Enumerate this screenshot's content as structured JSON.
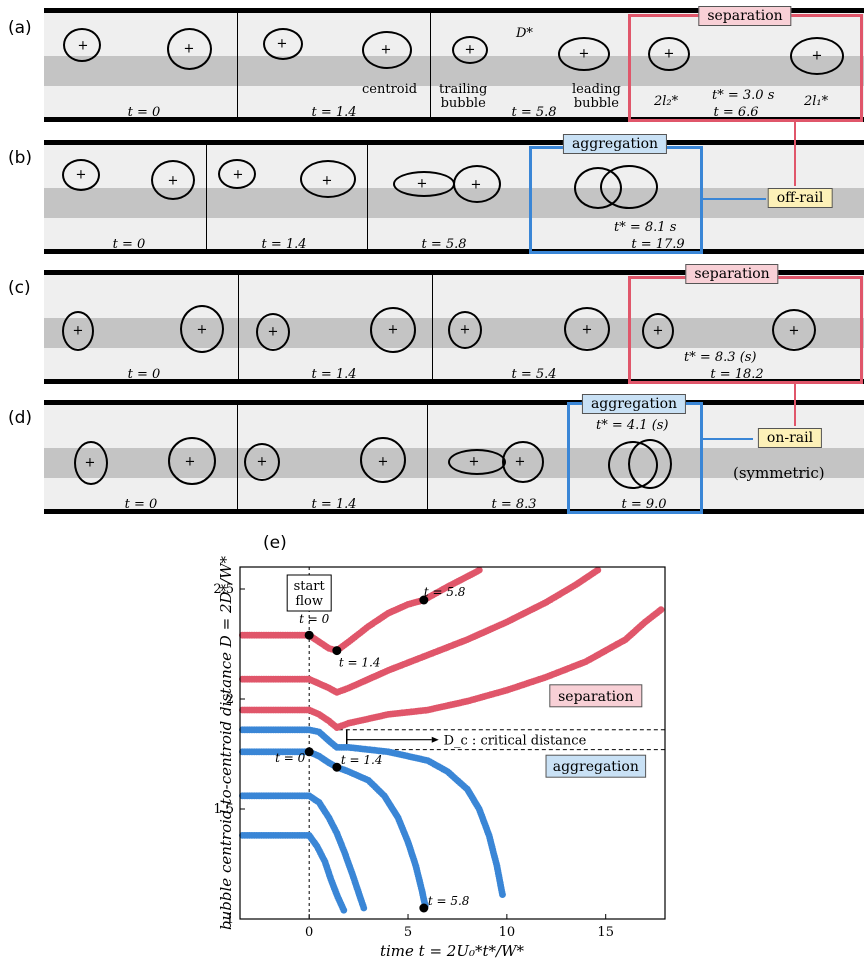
{
  "panels": {
    "a": {
      "label": "(a)",
      "times": [
        "t = 0",
        "t = 1.4",
        "t = 5.8",
        "t = 6.6"
      ],
      "tag": "separation",
      "annotations": {
        "distance": "D*",
        "centroid": "centroid",
        "trailing": "trailing\nbubble",
        "leading": "leading\nbubble",
        "len2": "2l₂*",
        "len1": "2l₁*",
        "tstar": "t* = 3.0 s"
      }
    },
    "b": {
      "label": "(b)",
      "times": [
        "t = 0",
        "t = 1.4",
        "t = 5.8",
        "t = 17.9"
      ],
      "tag": "aggregation",
      "tstar": "t* = 8.1 s"
    },
    "c": {
      "label": "(c)",
      "times": [
        "t = 0",
        "t = 1.4",
        "t = 5.4",
        "t = 18.2"
      ],
      "tag": "separation",
      "tstar": "t* = 8.3 (s)"
    },
    "d": {
      "label": "(d)",
      "times": [
        "t = 0",
        "t = 1.4",
        "t = 8.3",
        "t = 9.0"
      ],
      "tag": "aggregation",
      "tstar": "t* = 4.1 (s)"
    },
    "offrail": "off-rail",
    "onrail": "on-rail",
    "symmetric": "(symmetric)"
  },
  "colors": {
    "separation": "#e0566a",
    "aggregation": "#3a86d6",
    "tag_yellow": "#fdf1b8"
  },
  "chart_data": {
    "type": "scatter",
    "panel_label": "(e)",
    "xlabel": "time t = 2U₀*t*/W*",
    "ylabel": "bubble centroid-to-centroid distance D = 2D*/W*",
    "xlim": [
      -3.5,
      18
    ],
    "ylim": [
      1.0,
      2.6
    ],
    "xticks": [
      0,
      5,
      10,
      15
    ],
    "yticks": [
      1,
      1.5,
      2,
      2.5
    ],
    "start_flow_label": "start\nflow",
    "critical_label": "D_c : critical distance",
    "critical_band": [
      1.77,
      1.86
    ],
    "region_labels": {
      "separation": "separation",
      "aggregation": "aggregation"
    },
    "series": [
      {
        "kind": "separation",
        "x": [
          -3.5,
          0,
          0.5,
          1.0,
          1.4,
          2.0,
          3.0,
          4.0,
          5.0,
          5.8,
          7.0,
          8.5,
          10.0
        ],
        "y": [
          2.29,
          2.29,
          2.26,
          2.23,
          2.22,
          2.26,
          2.33,
          2.39,
          2.43,
          2.45,
          2.51,
          2.58,
          2.66
        ]
      },
      {
        "kind": "separation",
        "x": [
          -3.5,
          0,
          0.5,
          1.0,
          1.4,
          2.0,
          4.0,
          6.0,
          8.0,
          10.0,
          12.0,
          13.5,
          15.0
        ],
        "y": [
          2.09,
          2.09,
          2.07,
          2.05,
          2.03,
          2.05,
          2.13,
          2.2,
          2.27,
          2.35,
          2.44,
          2.52,
          2.61
        ]
      },
      {
        "kind": "separation",
        "x": [
          -3.5,
          0,
          0.5,
          1.0,
          1.4,
          2.0,
          4.0,
          6.0,
          8.0,
          10.0,
          12.0,
          14.0,
          16.0,
          17.0,
          18.0
        ],
        "y": [
          1.95,
          1.95,
          1.93,
          1.9,
          1.87,
          1.89,
          1.93,
          1.95,
          1.99,
          2.04,
          2.1,
          2.17,
          2.27,
          2.35,
          2.42
        ]
      },
      {
        "kind": "aggregation",
        "x": [
          -3.5,
          0,
          0.5,
          1.0,
          1.4,
          2.0,
          4.0,
          6.0,
          7.0,
          8.0,
          8.6,
          9.1,
          9.5,
          9.8
        ],
        "y": [
          1.86,
          1.86,
          1.85,
          1.81,
          1.78,
          1.78,
          1.76,
          1.72,
          1.67,
          1.59,
          1.5,
          1.38,
          1.24,
          1.1
        ]
      },
      {
        "kind": "aggregation",
        "x": [
          -3.5,
          0,
          0.5,
          1.0,
          1.4,
          2.0,
          3.0,
          3.8,
          4.5,
          5.0,
          5.4,
          5.7,
          5.9
        ],
        "y": [
          1.76,
          1.76,
          1.74,
          1.71,
          1.69,
          1.67,
          1.63,
          1.56,
          1.46,
          1.35,
          1.24,
          1.13,
          1.05
        ]
      },
      {
        "kind": "aggregation",
        "x": [
          -3.5,
          0,
          0.5,
          1.0,
          1.4,
          1.8,
          2.2,
          2.5,
          2.8
        ],
        "y": [
          1.56,
          1.56,
          1.53,
          1.46,
          1.39,
          1.3,
          1.2,
          1.12,
          1.04
        ]
      },
      {
        "kind": "aggregation",
        "x": [
          -3.5,
          0,
          0.4,
          0.8,
          1.1,
          1.4,
          1.6,
          1.8
        ],
        "y": [
          1.38,
          1.38,
          1.33,
          1.26,
          1.18,
          1.11,
          1.07,
          1.03
        ]
      }
    ],
    "markers": [
      {
        "x": 0,
        "y": 2.29,
        "label": "t = 0"
      },
      {
        "x": 1.4,
        "y": 2.22,
        "label": "t = 1.4"
      },
      {
        "x": 5.8,
        "y": 2.45,
        "label": "t = 5.8"
      },
      {
        "x": 0,
        "y": 1.76,
        "label": "t = 0"
      },
      {
        "x": 1.4,
        "y": 1.69,
        "label": "t = 1.4"
      },
      {
        "x": 5.8,
        "y": 1.05,
        "label": "t = 5.8"
      }
    ]
  }
}
